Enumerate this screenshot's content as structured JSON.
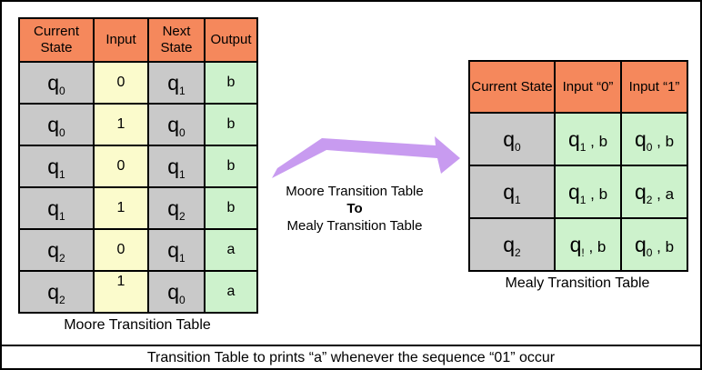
{
  "moore": {
    "caption": "Moore Transition Table",
    "headers": [
      "Current State",
      "Input",
      "Next State",
      "Output"
    ],
    "rows": [
      {
        "current": {
          "base": "q",
          "sub": "0"
        },
        "input": "0",
        "next": {
          "base": "q",
          "sub": "1"
        },
        "output": "b"
      },
      {
        "current": {
          "base": "q",
          "sub": "0"
        },
        "input": "1",
        "next": {
          "base": "q",
          "sub": "0"
        },
        "output": "b"
      },
      {
        "current": {
          "base": "q",
          "sub": "1"
        },
        "input": "0",
        "next": {
          "base": "q",
          "sub": "1"
        },
        "output": "b"
      },
      {
        "current": {
          "base": "q",
          "sub": "1"
        },
        "input": "1",
        "next": {
          "base": "q",
          "sub": "2"
        },
        "output": "b"
      },
      {
        "current": {
          "base": "q",
          "sub": "2"
        },
        "input": "0",
        "next": {
          "base": "q",
          "sub": "1"
        },
        "output": "a"
      },
      {
        "current": {
          "base": "q",
          "sub": "2"
        },
        "input": "1",
        "next": {
          "base": "q",
          "sub": "0"
        },
        "output": "a"
      }
    ]
  },
  "mealy": {
    "caption": "Mealy Transition Table",
    "headers": [
      "Current State",
      "Input “0”",
      "Input “1”"
    ],
    "rows": [
      {
        "state": {
          "base": "q",
          "sub": "0"
        },
        "input0": {
          "base": "q",
          "sub": "1",
          "rest": " , b"
        },
        "input1": {
          "base": "q",
          "sub": "0",
          "rest": " , b"
        }
      },
      {
        "state": {
          "base": "q",
          "sub": "1"
        },
        "input0": {
          "base": "q",
          "sub": "1",
          "rest": " , b"
        },
        "input1": {
          "base": "q",
          "sub": "2",
          "rest": " , a"
        }
      },
      {
        "state": {
          "base": "q",
          "sub": "2"
        },
        "input0": {
          "base": "q",
          "sub": "!",
          "rest": " , b"
        },
        "input1": {
          "base": "q",
          "sub": "0",
          "rest": " , b"
        }
      }
    ]
  },
  "arrow_label": {
    "line1": "Moore Transition Table",
    "line2": "To",
    "line3": "Mealy Transition Table"
  },
  "bottom_caption": "Transition Table to prints “a” whenever the sequence “01” occur",
  "colors": {
    "header_orange": "#F5885C",
    "state_gray": "#C9C9C9",
    "input_yellow": "#FBFBCC",
    "output_green": "#CDF2CC",
    "arrow_purple": "#C89BF0",
    "border_black": "#000000"
  }
}
